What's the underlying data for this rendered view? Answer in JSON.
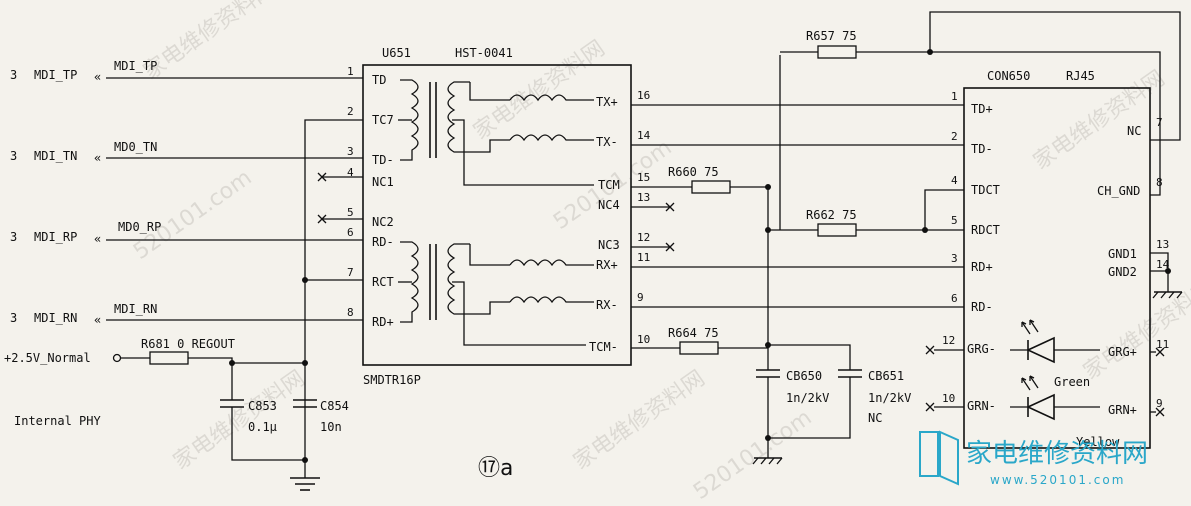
{
  "u651": {
    "ref": "U651",
    "part": "HST-0041",
    "footer": "SMDTR16P"
  },
  "con650": {
    "ref": "CON650",
    "part": "RJ45"
  },
  "u651_left_pins": [
    {
      "num": "1",
      "name": "TD"
    },
    {
      "num": "2",
      "name": "TC7"
    },
    {
      "num": "3",
      "name": "TD-"
    },
    {
      "num": "4",
      "name": "NC1"
    },
    {
      "num": "5",
      "name": "NC2"
    },
    {
      "num": "6",
      "name": "RD-"
    },
    {
      "num": "7",
      "name": "RCT"
    },
    {
      "num": "8",
      "name": "RD+"
    }
  ],
  "u651_right_pins": [
    {
      "num": "16",
      "name": "TX+"
    },
    {
      "num": "14",
      "name": "TX-"
    },
    {
      "num": "15",
      "name": "TCM"
    },
    {
      "num": "13",
      "name": "NC4"
    },
    {
      "num": "12",
      "name": "NC3"
    },
    {
      "num": "11",
      "name": "RX+"
    },
    {
      "num": "9",
      "name": "RX-"
    },
    {
      "num": "10",
      "name": "TCM-"
    }
  ],
  "con_left_pins": [
    {
      "num": "1",
      "name": "TD+"
    },
    {
      "num": "2",
      "name": "TD-"
    },
    {
      "num": "4",
      "name": "TDCT"
    },
    {
      "num": "5",
      "name": "RDCT"
    },
    {
      "num": "3",
      "name": "RD+"
    },
    {
      "num": "6",
      "name": "RD-"
    },
    {
      "num": "12",
      "name": "GRG-"
    },
    {
      "num": "10",
      "name": "GRN-"
    }
  ],
  "con_right_pins": [
    {
      "num": "7",
      "name": "NC"
    },
    {
      "num": "8",
      "name": "CH_GND"
    },
    {
      "num": "13",
      "name": "GND1"
    },
    {
      "num": "14",
      "name": "GND2"
    },
    {
      "num": "11",
      "name": "GRG+"
    },
    {
      "num": "9",
      "name": "GRN+"
    }
  ],
  "ports": [
    {
      "index": "3",
      "name": "MDI_TP",
      "net": "MDI_TP"
    },
    {
      "index": "3",
      "name": "MDI_TN",
      "net": "MD0_TN"
    },
    {
      "index": "3",
      "name": "MDI_RP",
      "net": "MD0_RP"
    },
    {
      "index": "3",
      "name": "MDI_RN",
      "net": "MDI_RN"
    }
  ],
  "supply": {
    "label": "+2.5V_Normal",
    "resistor": "R681 0 REGOUT"
  },
  "resistors": {
    "r657": "R657 75",
    "r660": "R660 75",
    "r662": "R662 75",
    "r664": "R664 75"
  },
  "capacitors": {
    "c853": {
      "ref": "C853",
      "value": "0.1μ"
    },
    "c854": {
      "ref": "C854",
      "value": "10n"
    },
    "cb650": {
      "ref": "CB650",
      "value": "1n/2kV"
    },
    "cb651": {
      "ref": "CB651",
      "value": "1n/2kV",
      "note": "NC"
    }
  },
  "led_labels": {
    "green": "Green",
    "yellow": "Yellow"
  },
  "internal_phy": "Internal PHY",
  "figure_label": "⑰a",
  "watermarks": {
    "text_a": "家电维修资料网",
    "text_b": "520101.com",
    "logo_text": "家电维修资料网",
    "logo_url": "www.520101.com"
  },
  "colors": {
    "ink": "#111111",
    "paper": "#f4f2ec",
    "logo": "#2aa7c9"
  }
}
